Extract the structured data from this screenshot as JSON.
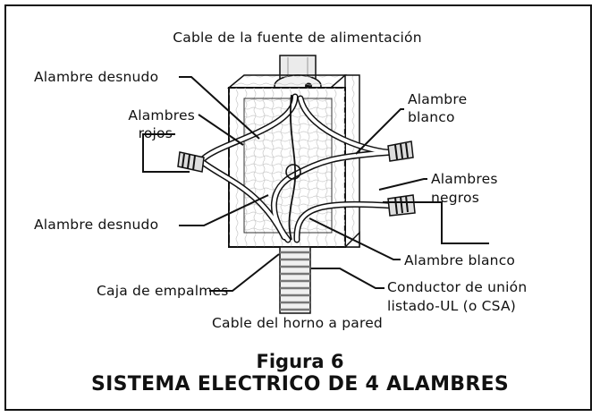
{
  "labels": {
    "top": "Cable de la fuente de alimentación",
    "bare_top": "Alambre  desnudo",
    "red_1": "Alambres",
    "red_2": "rojos",
    "white_top_1": "Alambre",
    "white_top_2": "blanco",
    "black_1": "Alambres",
    "black_2": "negros",
    "bare_bottom": "Alambre  desnudo",
    "white_bottom": "Alambre  blanco",
    "box": "Caja de empalmes",
    "conductor_1": "Conductor  de  unión",
    "conductor_2": "listado-UL  (o  CSA)",
    "oven_cable": "Cable del horno a pared"
  },
  "caption": {
    "figure": "Figura 6",
    "title": "SISTEMA ELECTRICO DE 4 ALAMBRES"
  }
}
